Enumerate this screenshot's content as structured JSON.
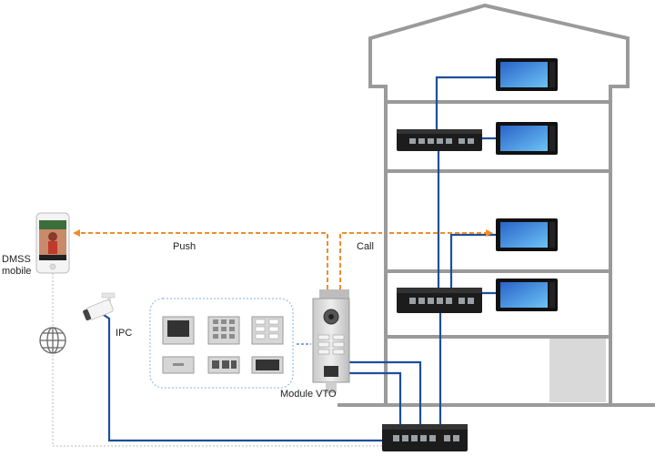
{
  "labels": {
    "push": "Push",
    "call": "Call",
    "dmss_line1": "DMSS",
    "dmss_line2": "mobile",
    "ipc": "IPC",
    "module_vto": "Module VTO"
  },
  "colors": {
    "building_outline": "#9a9a9a",
    "cable": "#1f4e9c",
    "signal": "#f28c28",
    "dashed_gray": "#b8b8b8",
    "module_box": "#7fb3e0"
  },
  "icons": [
    "phone-icon",
    "globe-icon",
    "camera-icon",
    "switch-icon",
    "monitor-icon",
    "vto-panel-icon",
    "module-icon"
  ]
}
